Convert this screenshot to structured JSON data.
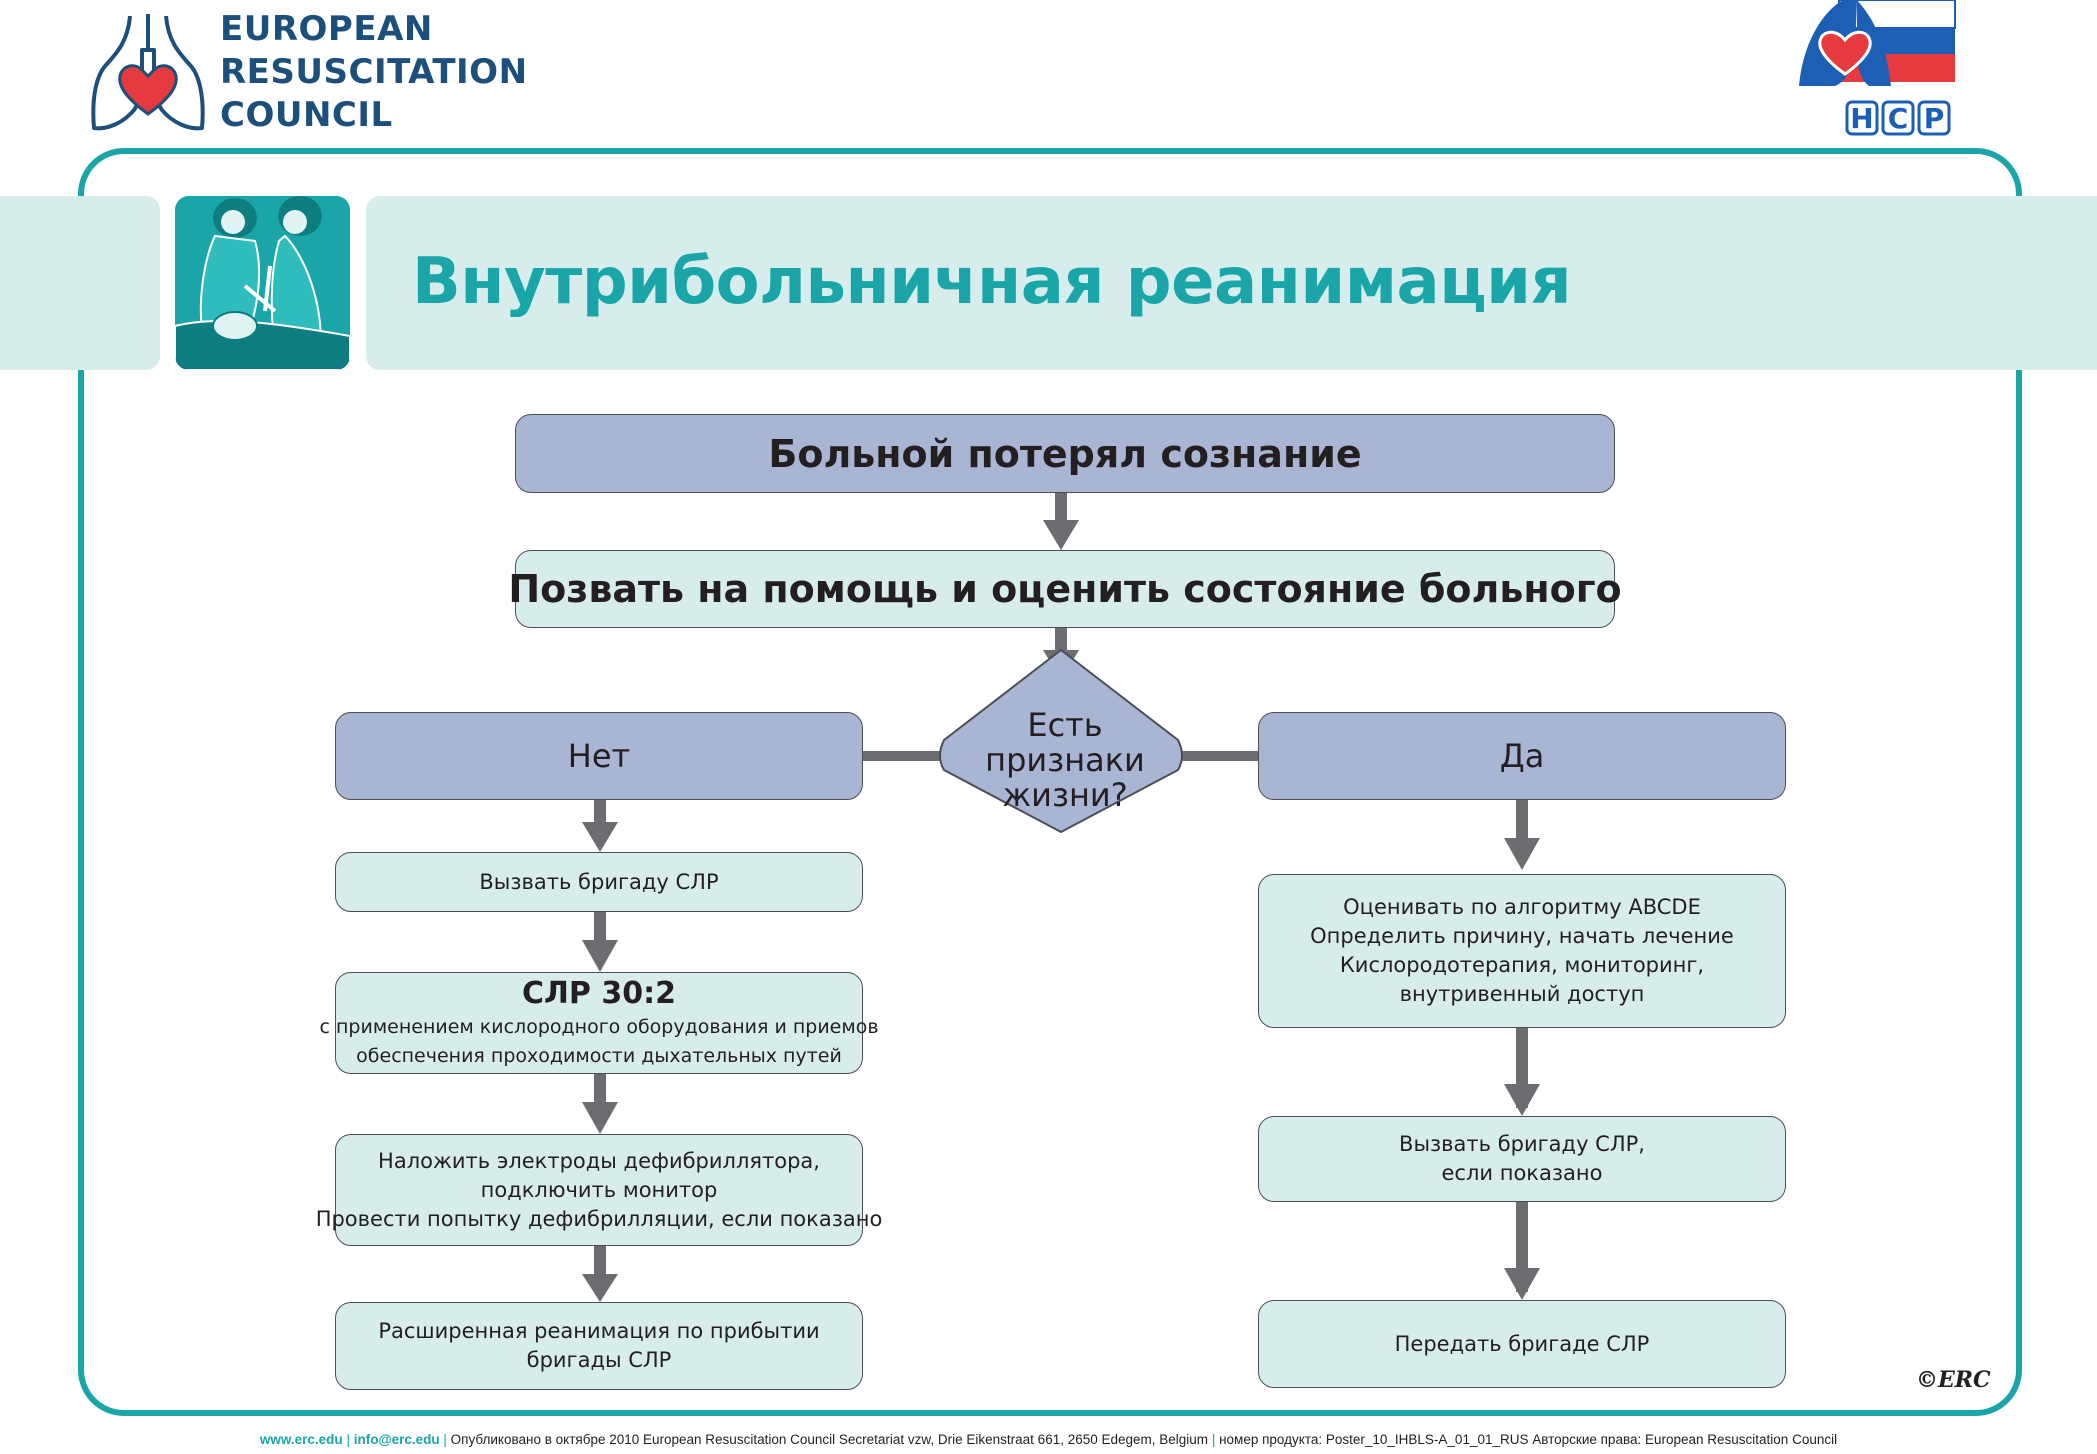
{
  "header": {
    "org_lines": [
      "EUROPEAN",
      "RESUSCITATION",
      "COUNCIL"
    ],
    "partner_logo_text": "НСР"
  },
  "title": "Внутрибольничная реанимация",
  "flow": {
    "start": "Больной потерял сознание",
    "assess": "Позвать на помощь и оценить состояние больного",
    "decision": [
      "Есть",
      "признаки",
      "жизни?"
    ],
    "no_label": "Нет",
    "yes_label": "Да",
    "no_steps": {
      "call_team": "Вызвать бригаду СЛР",
      "cpr_title": "СЛР 30:2",
      "cpr_lines": [
        "с применением кислородного оборудования и приемов",
        "обеспечения проходимости дыхательных путей"
      ],
      "defib_lines": [
        "Наложить электроды дефибриллятора,",
        "подключить монитор",
        "Провести попытку дефибрилляции, если показано"
      ],
      "als_lines": [
        "Расширенная реанимация по прибытии",
        "бригады СЛР"
      ]
    },
    "yes_steps": {
      "abcde_lines": [
        "Оценивать по алгоритму ABCDE",
        "Определить причину, начать лечение",
        "Кислородотерапия, мониторинг,",
        "внутривенный доступ"
      ],
      "call_team_lines": [
        "Вызвать бригаду СЛР,",
        "если показано"
      ],
      "handover": "Передать бригаде СЛР"
    }
  },
  "copyright_mark": "©ERC",
  "footer": {
    "web": "www.erc.edu",
    "email": "info@erc.edu",
    "published": "Опубликовано в октябре 2010 European Resuscitation Council Secretariat vzw, Drie Eikenstraat 661, 2650 Edegem, Belgium",
    "product": "номер продукта: Poster_10_IHBLS-A_01_01_RUS  Авторские права: European Resuscitation Council"
  },
  "colors": {
    "teal": "#1aa6a8",
    "light_box": "#d6edec",
    "dark_box": "#a8b6d3",
    "arrow": "#6c6d70",
    "navy": "#1d4f7c",
    "heart_red": "#e63a3f",
    "flag_blue": "#1c5fb4"
  }
}
